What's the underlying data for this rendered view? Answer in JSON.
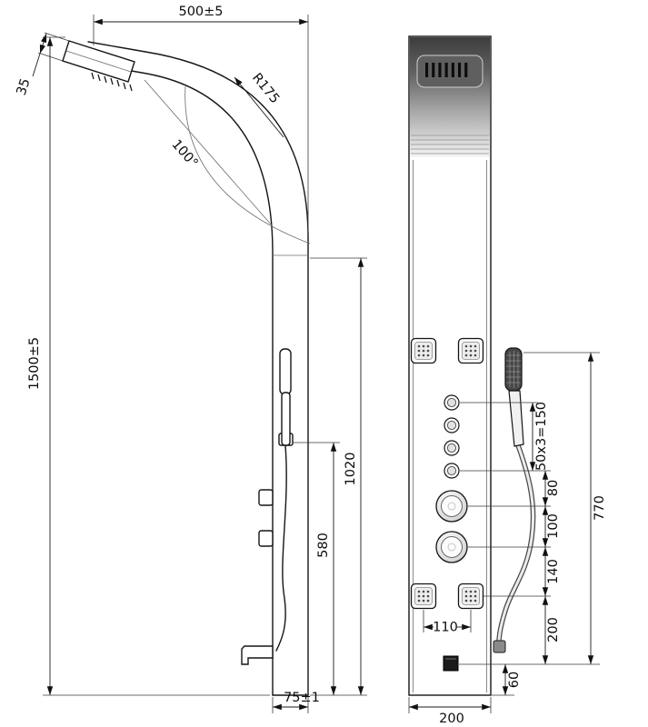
{
  "side_view": {
    "dims": {
      "top_width": "500±5",
      "head_width": "35",
      "radius": "R175",
      "angle": "100°",
      "total_height": "1500±5",
      "panel_height": "1020",
      "hose_height": "580",
      "depth": "75±1"
    }
  },
  "front_view": {
    "dims": {
      "jet_spacing": "50x3=150",
      "gap_80": "80",
      "gap_100": "100",
      "gap_140": "140",
      "gap_200": "200",
      "height_770": "770",
      "jet_width": "110",
      "outlet_offset": "60",
      "panel_width": "200"
    }
  }
}
